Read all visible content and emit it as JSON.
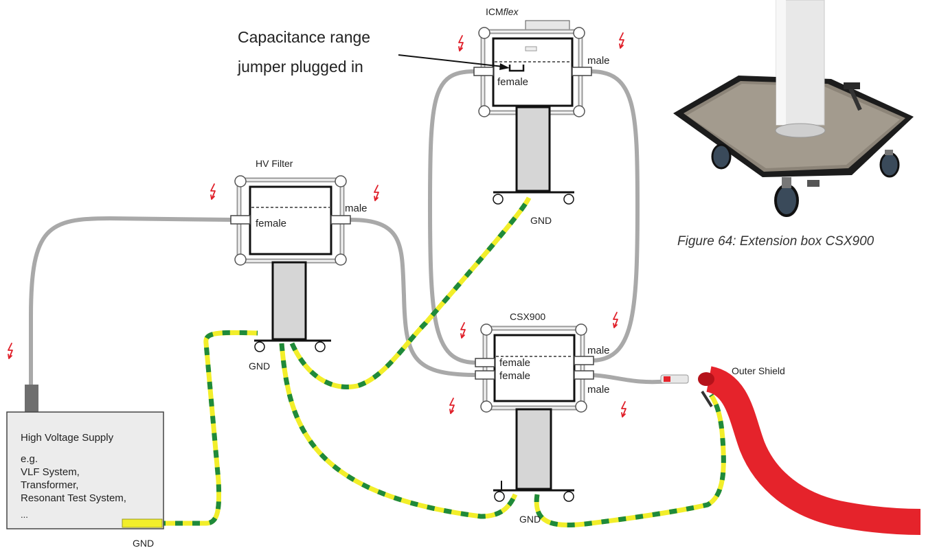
{
  "annotation": {
    "line1": "Capacitance range",
    "line2": "jumper plugged in"
  },
  "devices": {
    "icm": {
      "title_prefix": "ICM",
      "title_suffix": "flex",
      "in_label": "female",
      "out_label": "male",
      "gnd_label": "GND"
    },
    "hv_filter": {
      "title": "HV Filter",
      "in_label": "female",
      "out_label": "male",
      "gnd_label": "GND"
    },
    "csx": {
      "title": "CSX900",
      "in_label_1": "female",
      "in_label_2": "female",
      "out_label_1": "male",
      "out_label_2": "male",
      "gnd_label": "GND"
    },
    "supply": {
      "line1": "High Voltage  Supply",
      "line2": "e.g.",
      "line3": "VLF System,",
      "line4": "Transformer,",
      "line5": "Resonant Test System,",
      "line6": "...",
      "gnd_label": "GND"
    }
  },
  "outer_shield_label": "Outer Shield",
  "photo": {
    "caption": "Figure 64: Extension box CSX900"
  },
  "colors": {
    "hv_cable": "#a9a9a9",
    "ground_yellow": "#f2ee2a",
    "ground_green": "#1f8a3a",
    "warning_red": "#e0202a",
    "cable_red": "#e5232b",
    "device_frame": "#d0d0d0",
    "stand_fill": "#d6d6d6"
  },
  "icons": [
    "lightning-warning-icon",
    "connector-icon",
    "jumper-icon",
    "caster-wheel-icon"
  ]
}
